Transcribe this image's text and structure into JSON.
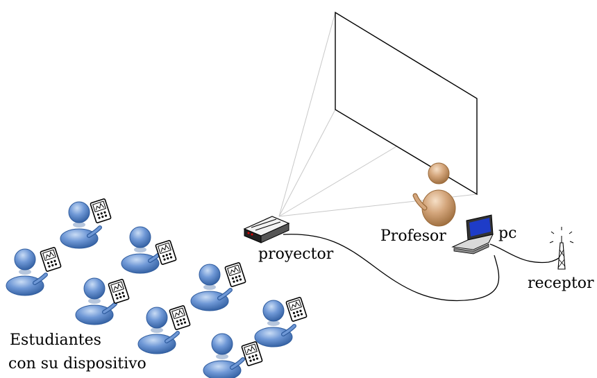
{
  "labels": {
    "students_line1": "Estudiantes",
    "students_line2": "con su dispositivo",
    "projector": "proyector",
    "teacher": "Profesor",
    "pc": "pc",
    "receiver": "receptor"
  },
  "colors": {
    "student_body": "#5b87c9",
    "student_dark": "#2f5c9e",
    "teacher_body": "#d4a67c",
    "teacher_dark": "#a0703f",
    "screen_border": "#000000",
    "projection_lines": "#c8c8c8",
    "cable": "#000000"
  },
  "icons": {
    "student": "person-icon",
    "device": "handheld-device-icon",
    "projector": "projector-icon",
    "laptop": "laptop-icon",
    "antenna": "antenna-icon"
  }
}
